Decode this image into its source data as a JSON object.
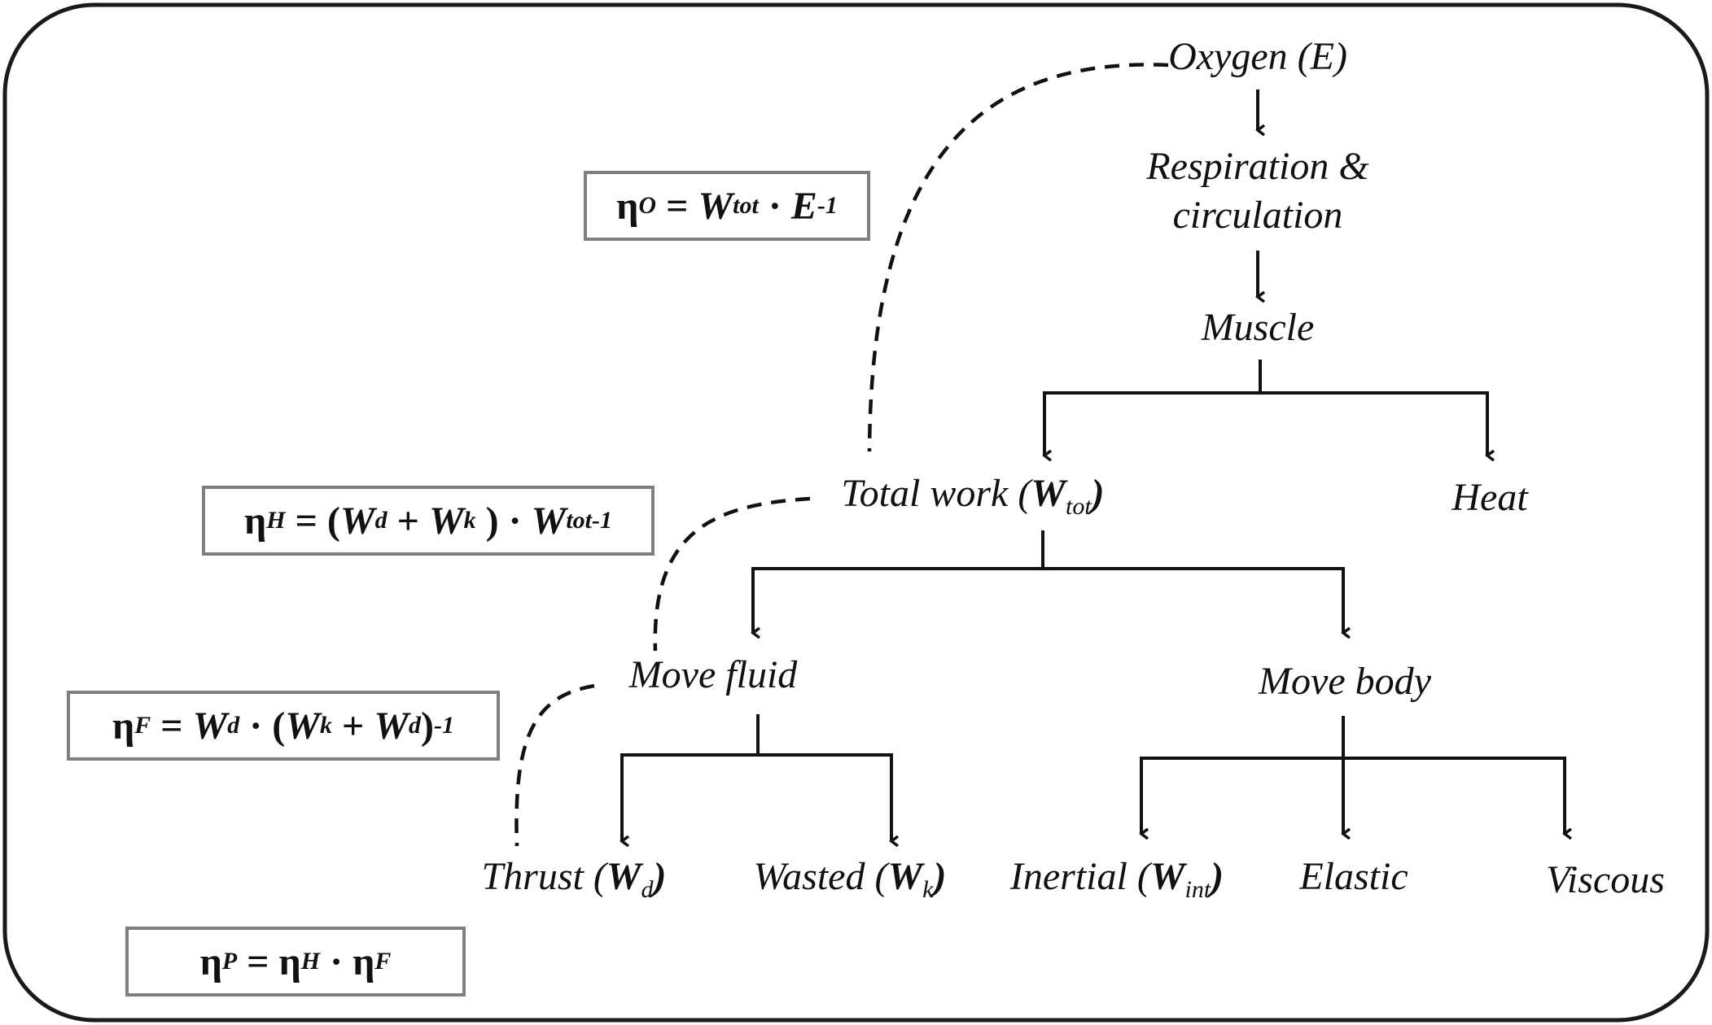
{
  "nodes": {
    "oxygen": "Oxygen (E)",
    "respiration_line1": "Respiration &",
    "respiration_line2": "circulation",
    "muscle": "Muscle",
    "total_work": {
      "text": "Total work (",
      "symbol": "W",
      "sub": "tot",
      "close": ")"
    },
    "heat": "Heat",
    "move_fluid": "Move fluid",
    "move_body": "Move body",
    "thrust": {
      "text": "Thrust (",
      "symbol": "W",
      "sub": "d",
      "close": ")"
    },
    "wasted": {
      "text": "Wasted (",
      "symbol": "W",
      "sub": "k",
      "close": ")"
    },
    "inertial": {
      "text": "Inertial (",
      "symbol": "W",
      "sub": "int",
      "close": ")"
    },
    "elastic": "Elastic",
    "viscous": "Viscous"
  },
  "formulas": {
    "overall": {
      "eta": "η",
      "eta_sub": "O",
      "eq": " = ",
      "w": "W",
      "w_sub": "tot",
      "dot": " · ",
      "e": "E",
      "sup": "-1"
    },
    "hydro": {
      "eta": "η",
      "eta_sub": "H",
      "eq": " = (",
      "w1": "W",
      "w1_sub": "d",
      "plus": " + ",
      "w2": "W",
      "w2_sub": "k",
      "mid": " ) · ",
      "w3": "W",
      "w3_sub": "tot",
      "sup": "-1"
    },
    "froude": {
      "eta": "η",
      "eta_sub": "F",
      "eq": " = ",
      "w1": "W",
      "w1_sub": "d",
      "mid": " · (",
      "w2": "W",
      "w2_sub": "k",
      "plus": " + ",
      "w3": "W",
      "w3_sub": "d",
      "close": ")",
      "sup": "-1"
    },
    "propulsive": {
      "eta": "η",
      "eta_sub": "P",
      "eq": " = ",
      "h": "η",
      "h_sub": "H",
      "dot": " · ",
      "f": "η",
      "f_sub": "F"
    }
  },
  "colors": {
    "ink": "#111111",
    "box_border": "#7f7f7f",
    "frame": "#1a1a1a"
  }
}
